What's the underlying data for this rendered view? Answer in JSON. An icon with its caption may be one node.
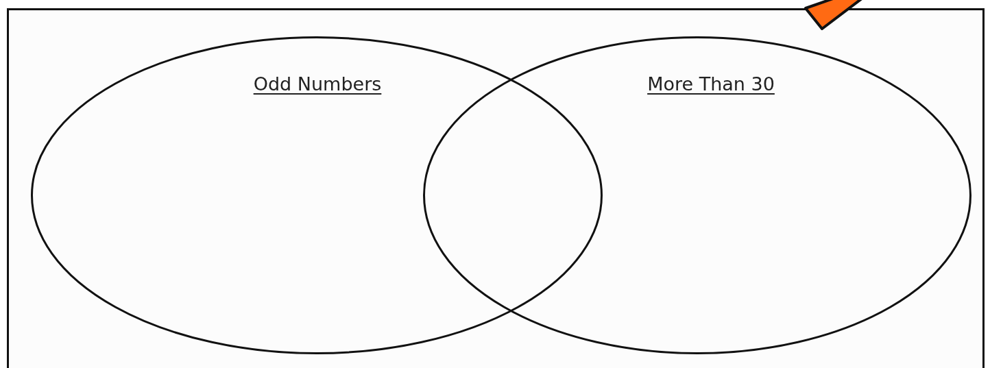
{
  "diagram": {
    "nodes": [
      {
        "text": [],
        "shape": "box"
      },
      {
        "text": [
          "Odd Numbers"
        ],
        "in": 0
      },
      {
        "text": [
          "More Than 30"
        ],
        "in": 0
      }
    ]
  }
}
